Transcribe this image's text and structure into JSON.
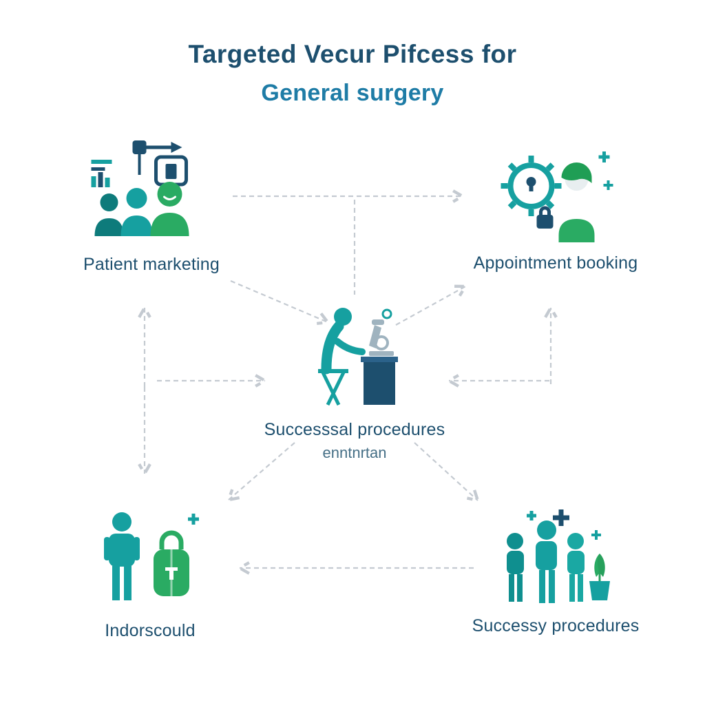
{
  "title": {
    "line1": "Targeted Vecur Pifcess for",
    "line2": "General surgery"
  },
  "nodes": {
    "top_left": {
      "label": "Patient marketing",
      "icon": "patient-marketing-icon"
    },
    "top_right": {
      "label": "Appointment booking",
      "icon": "appointment-booking-icon"
    },
    "center": {
      "label_line1": "Successsal procedures",
      "label_line2": "enntnrtan",
      "icon": "surgeon-workstation-icon"
    },
    "bottom_left": {
      "label": "Indorscould",
      "icon": "person-luggage-icon"
    },
    "bottom_right": {
      "label": "Successy procedures",
      "icon": "people-growth-icon"
    }
  },
  "colors": {
    "title": "#1d4f6e",
    "subtitle": "#1e7ca6",
    "label": "#1d4f6e",
    "navy": "#1d4f6e",
    "teal": "#16a0a0",
    "dark_teal": "#0e7b7b",
    "green": "#2aab63",
    "gray": "#9fb3bf",
    "arrow": "#c4cad1",
    "background": "#ffffff"
  }
}
